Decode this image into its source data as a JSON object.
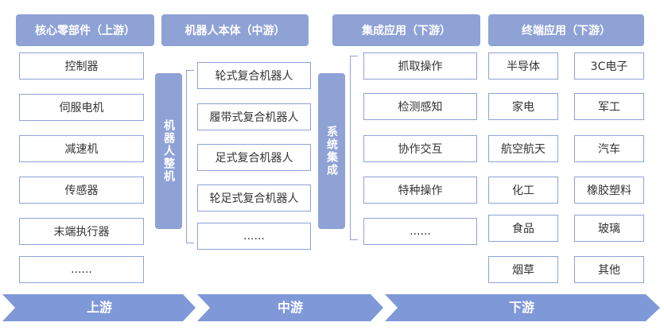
{
  "headers": {
    "upstream": "核心零部件（上游）",
    "midstream": "机器人本体（中游）",
    "integration": "集成应用（下游）",
    "terminal": "终端应用（下游）"
  },
  "components": [
    "控制器",
    "伺服电机",
    "减速机",
    "传感器",
    "末端执行器",
    "......"
  ],
  "robot_body_bar": "机器人整机",
  "robot_types": [
    "轮式复合机器人",
    "履带式复合机器人",
    "足式复合机器人",
    "轮足式复合机器人",
    "......"
  ],
  "integration_bar": "系统集成",
  "integration_apps": [
    "抓取操作",
    "检测感知",
    "协作交互",
    "特种操作",
    "......"
  ],
  "terminal_left": [
    "半导体",
    "家电",
    "航空航天",
    "化工",
    "食品",
    "烟草"
  ],
  "terminal_right": [
    "3C电子",
    "军工",
    "汽车",
    "橡胶塑料",
    "玻璃",
    "其他"
  ],
  "stages": [
    "上游",
    "中游",
    "下游"
  ],
  "colors": {
    "accent": "#8fa2d6",
    "arrow": "#7f98d8"
  }
}
